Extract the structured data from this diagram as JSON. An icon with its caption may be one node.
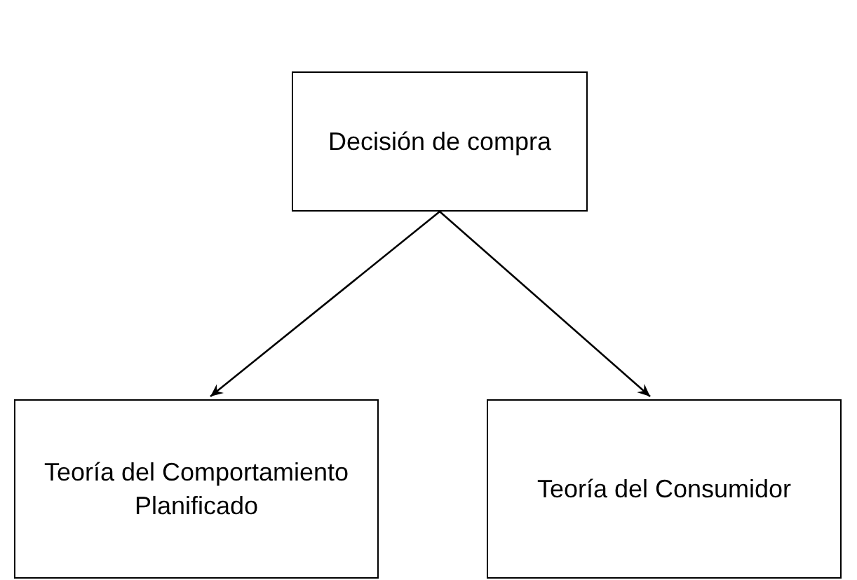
{
  "diagram": {
    "nodes": [
      {
        "text": [
          "Decisión de compra"
        ]
      },
      {
        "text": [
          "Teoría del Comportamiento Planificado"
        ]
      },
      {
        "text": [
          "Teoría del Consumidor"
        ]
      }
    ],
    "edges": [
      {
        "from": 0,
        "to": 1,
        "arrow": "to"
      },
      {
        "from": 0,
        "to": 2,
        "arrow": "to"
      }
    ]
  }
}
